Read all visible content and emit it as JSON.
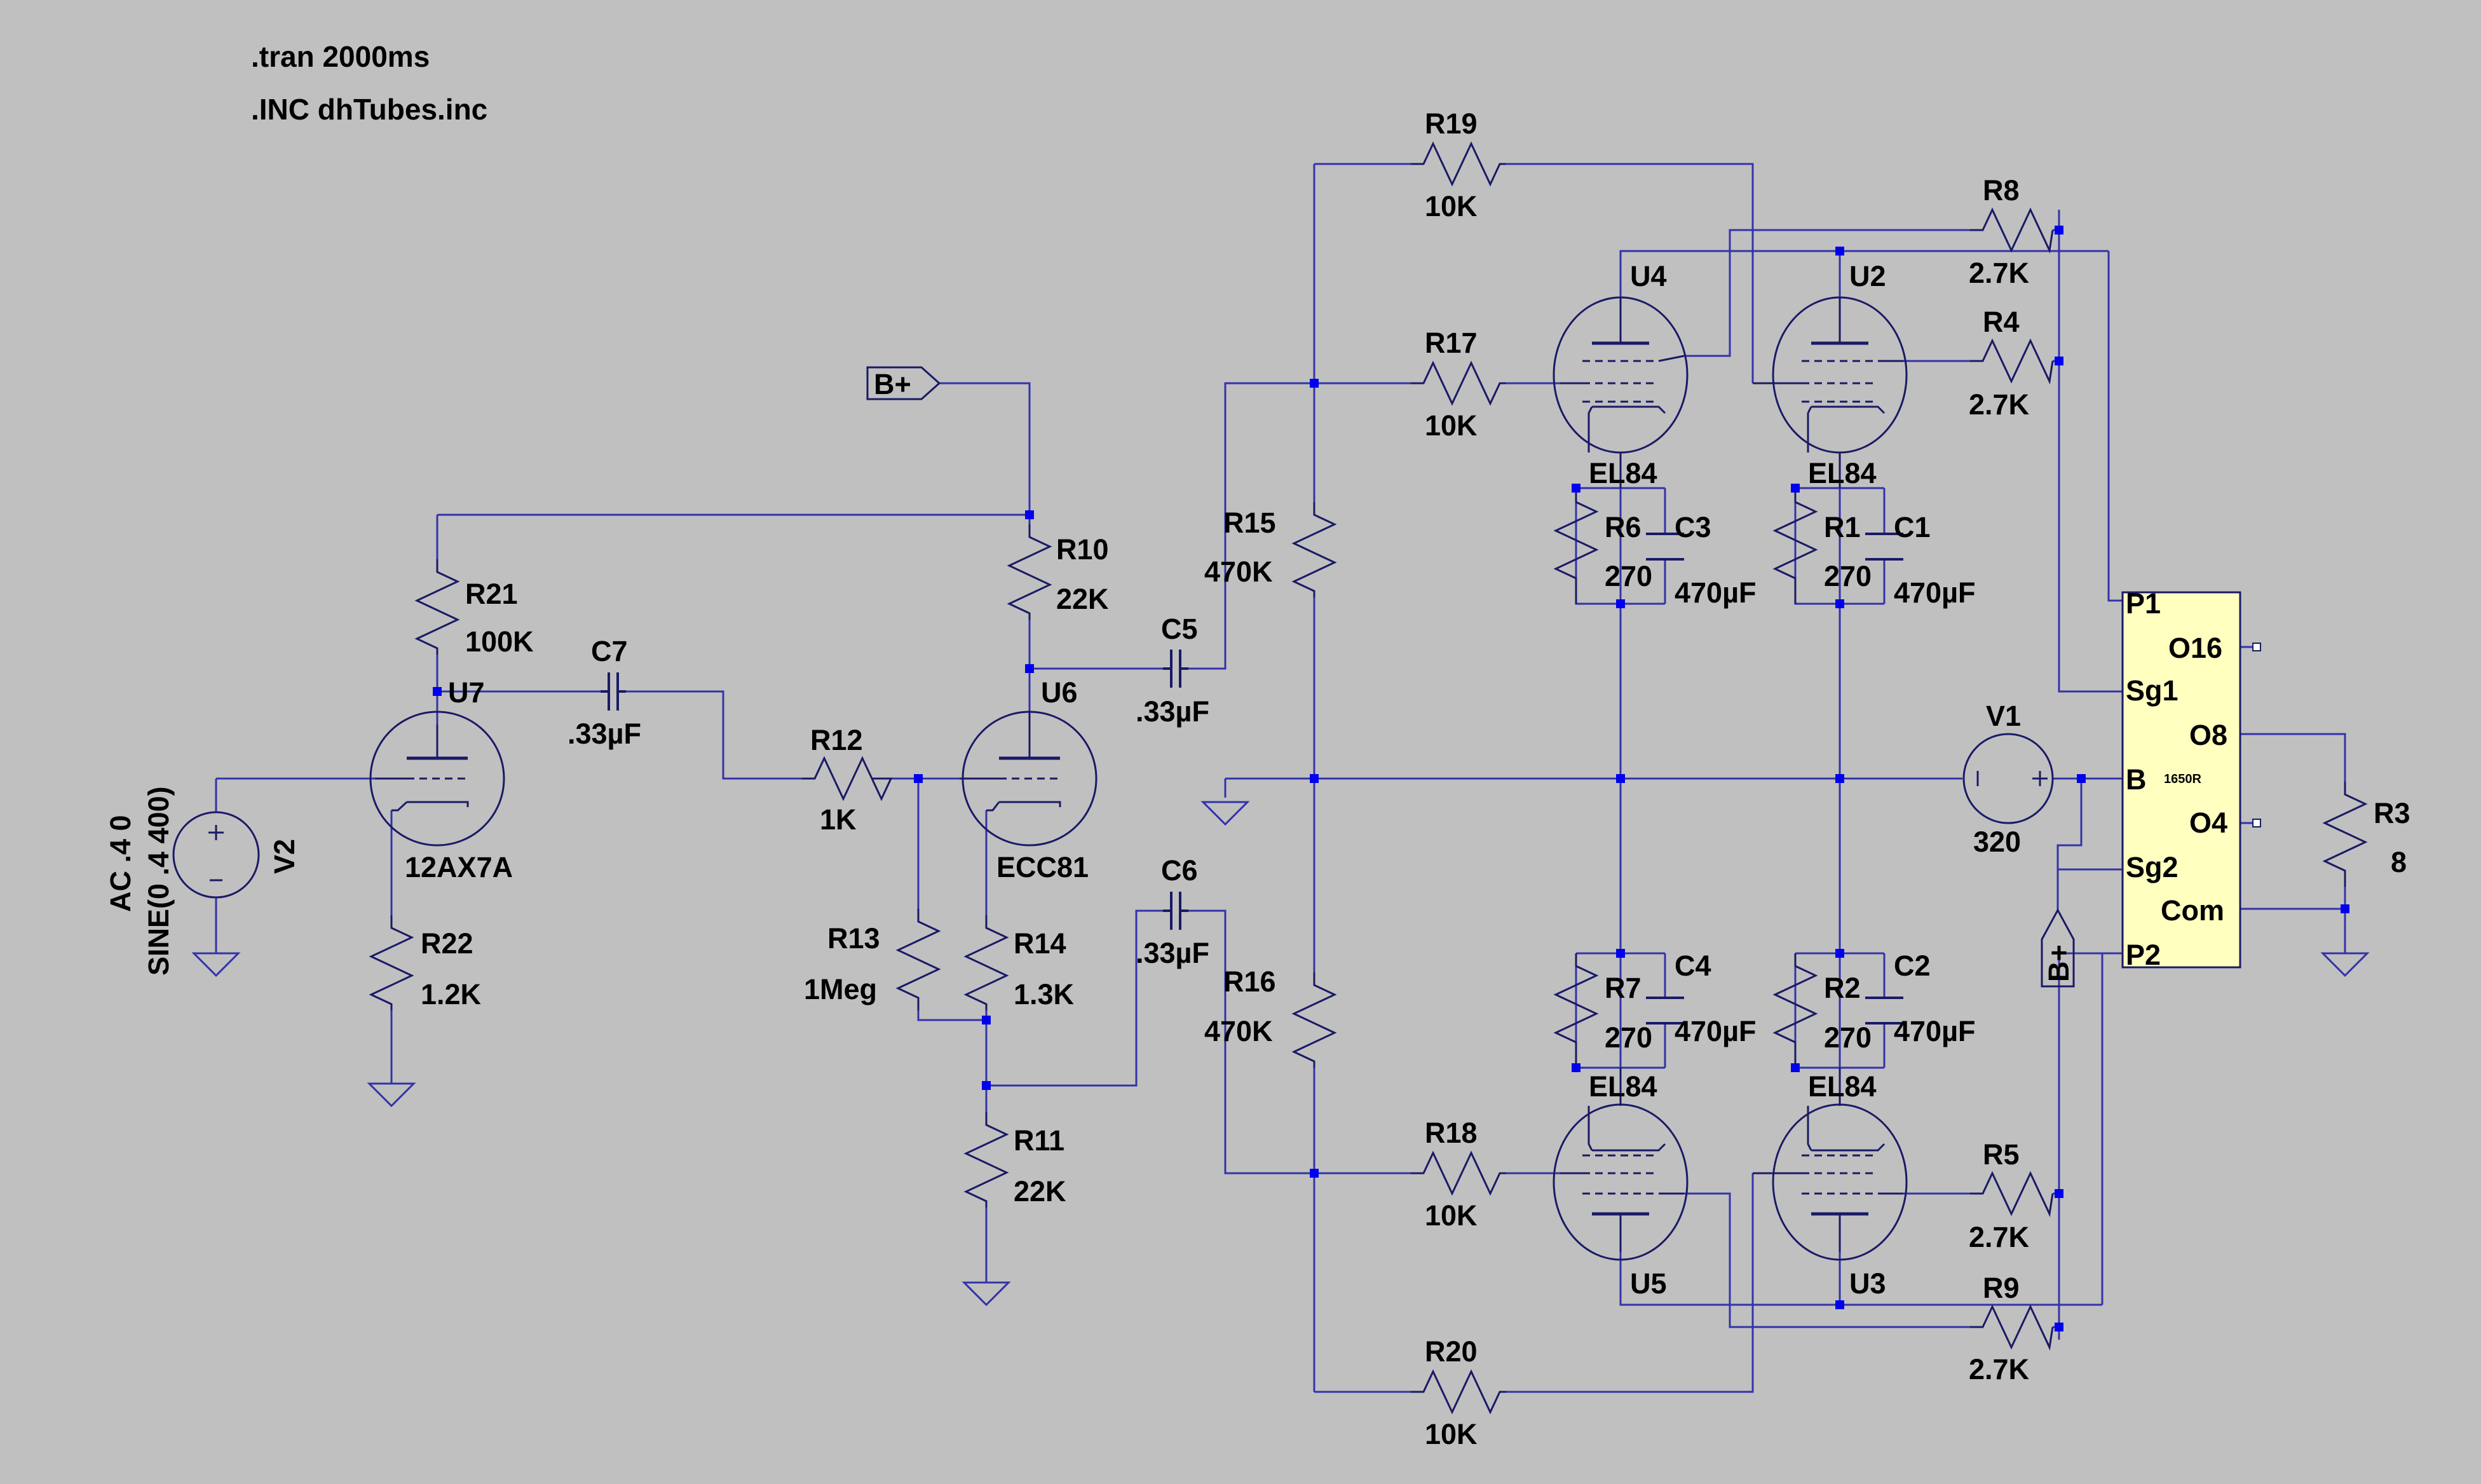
{
  "directives": {
    "tran": ".tran 2000ms",
    "inc": ".INC dhTubes.inc"
  },
  "colors": {
    "background": "#c0c0c0",
    "wire": "#3333aa",
    "junction": "#0000ee",
    "component": "#1a1a66",
    "transformer_fill": "#ffffc0"
  },
  "source": {
    "ref": "V2",
    "value_line1": "AC .4 0",
    "value_line2": "SINE(0 .4 400)"
  },
  "resistors": {
    "R21": {
      "ref": "R21",
      "value": "100K"
    },
    "R22": {
      "ref": "R22",
      "value": "1.2K"
    },
    "R12": {
      "ref": "R12",
      "value": "1K"
    },
    "R13": {
      "ref": "R13",
      "value": "1Meg"
    },
    "R10": {
      "ref": "R10",
      "value": "22K"
    },
    "R14": {
      "ref": "R14",
      "value": "1.3K"
    },
    "R11": {
      "ref": "R11",
      "value": "22K"
    },
    "R15": {
      "ref": "R15",
      "value": "470K"
    },
    "R16": {
      "ref": "R16",
      "value": "470K"
    },
    "R19": {
      "ref": "R19",
      "value": "10K"
    },
    "R17": {
      "ref": "R17",
      "value": "10K"
    },
    "R18": {
      "ref": "R18",
      "value": "10K"
    },
    "R20": {
      "ref": "R20",
      "value": "10K"
    },
    "R6": {
      "ref": "R6",
      "value": "270"
    },
    "R1": {
      "ref": "R1",
      "value": "270"
    },
    "R7": {
      "ref": "R7",
      "value": "270"
    },
    "R2": {
      "ref": "R2",
      "value": "270"
    },
    "R8": {
      "ref": "R8",
      "value": "2.7K"
    },
    "R4": {
      "ref": "R4",
      "value": "2.7K"
    },
    "R5": {
      "ref": "R5",
      "value": "2.7K"
    },
    "R9": {
      "ref": "R9",
      "value": "2.7K"
    },
    "R3": {
      "ref": "R3",
      "value": "8"
    }
  },
  "capacitors": {
    "C7": {
      "ref": "C7",
      "value": ".33µF"
    },
    "C5": {
      "ref": "C5",
      "value": ".33µF"
    },
    "C6": {
      "ref": "C6",
      "value": ".33µF"
    },
    "C3": {
      "ref": "C3",
      "value": "470µF"
    },
    "C1": {
      "ref": "C1",
      "value": "470µF"
    },
    "C4": {
      "ref": "C4",
      "value": "470µF"
    },
    "C2": {
      "ref": "C2",
      "value": "470µF"
    }
  },
  "tubes": {
    "U7": {
      "ref": "U7",
      "model": "12AX7A"
    },
    "U6": {
      "ref": "U6",
      "model": "ECC81"
    },
    "U4": {
      "ref": "U4",
      "model": "EL84"
    },
    "U2": {
      "ref": "U2",
      "model": "EL84"
    },
    "U5": {
      "ref": "U5",
      "model": "EL84"
    },
    "U3": {
      "ref": "U3",
      "model": "EL84"
    }
  },
  "supply": {
    "ref": "V1",
    "value": "320"
  },
  "flags": {
    "bplus": "B+"
  },
  "transformer": {
    "model": "1650R",
    "pins": {
      "p1": "P1",
      "sg1": "Sg1",
      "b": "B",
      "sg2": "Sg2",
      "p2": "P2",
      "o16": "O16",
      "o8": "O8",
      "o4": "O4",
      "com": "Com"
    }
  }
}
